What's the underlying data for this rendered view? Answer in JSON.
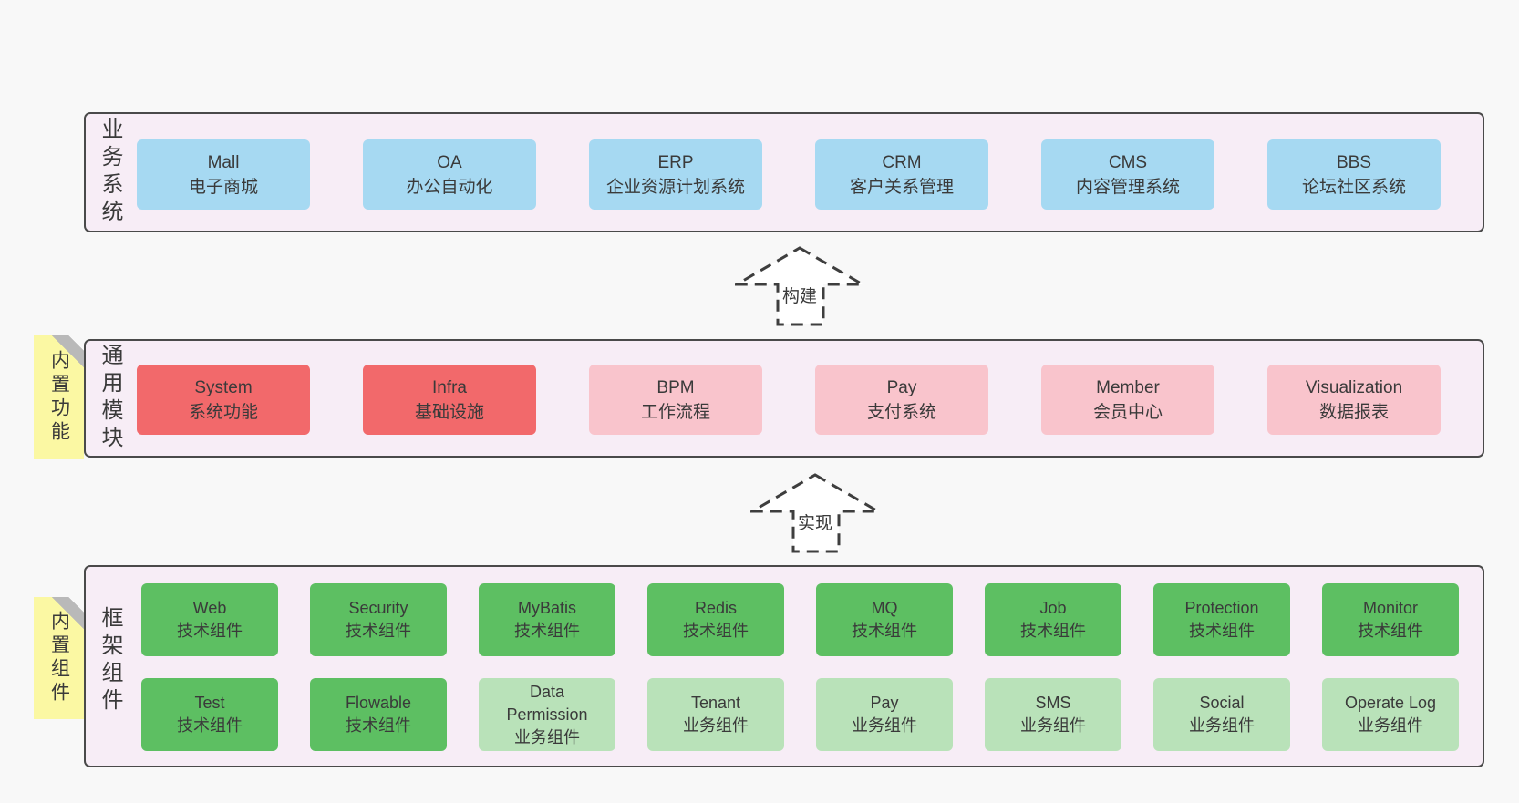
{
  "page": {
    "background": "#f8f8f8"
  },
  "colors": {
    "band_fill": "#f7edf6",
    "band_border": "#4a4a4a",
    "business_box_blue": "#a6d9f2",
    "core_module_red": "#f2696b",
    "optional_module_pink": "#f9c4cc",
    "tech_component_green": "#5dbf62",
    "biz_component_light_green": "#b9e2b9",
    "sticky_yellow": "#fbf8a3",
    "sticky_fold_gray": "#b9b9b9",
    "text": "#3a3a3a",
    "arrow_stroke": "#3e3e3e",
    "arrow_fill": "#ffffff"
  },
  "arrows": [
    {
      "label": "构建"
    },
    {
      "label": "实现"
    }
  ],
  "bands": [
    {
      "title_vertical": "业务系统",
      "boxes": [
        {
          "name": "Mall",
          "subtitle": "电子商城"
        },
        {
          "name": "OA",
          "subtitle": "办公自动化"
        },
        {
          "name": "ERP",
          "subtitle": "企业资源计划系统"
        },
        {
          "name": "CRM",
          "subtitle": "客户关系管理"
        },
        {
          "name": "CMS",
          "subtitle": "内容管理系统"
        },
        {
          "name": "BBS",
          "subtitle": "论坛社区系统"
        }
      ]
    },
    {
      "title_vertical": "通用模块",
      "sticky": "内置功能",
      "boxes": [
        {
          "name": "System",
          "subtitle": "系统功能"
        },
        {
          "name": "Infra",
          "subtitle": "基础设施"
        },
        {
          "name": "BPM",
          "subtitle": "工作流程"
        },
        {
          "name": "Pay",
          "subtitle": "支付系统"
        },
        {
          "name": "Member",
          "subtitle": "会员中心"
        },
        {
          "name": "Visualization",
          "subtitle": "数据报表"
        }
      ]
    },
    {
      "title_vertical": "框架组件",
      "sticky": "内置组件",
      "rows": [
        [
          {
            "name": "Web",
            "subtitle": "技术组件"
          },
          {
            "name": "Security",
            "subtitle": "技术组件"
          },
          {
            "name": "MyBatis",
            "subtitle": "技术组件"
          },
          {
            "name": "Redis",
            "subtitle": "技术组件"
          },
          {
            "name": "MQ",
            "subtitle": "技术组件"
          },
          {
            "name": "Job",
            "subtitle": "技术组件"
          },
          {
            "name": "Protection",
            "subtitle": "技术组件"
          },
          {
            "name": "Monitor",
            "subtitle": "技术组件"
          }
        ],
        [
          {
            "name": "Test",
            "subtitle": "技术组件"
          },
          {
            "name": "Flowable",
            "subtitle": "技术组件"
          },
          {
            "name": "Data Permission",
            "subtitle": "业务组件"
          },
          {
            "name": "Tenant",
            "subtitle": "业务组件"
          },
          {
            "name": "Pay",
            "subtitle": "业务组件"
          },
          {
            "name": "SMS",
            "subtitle": "业务组件"
          },
          {
            "name": "Social",
            "subtitle": "业务组件"
          },
          {
            "name": "Operate Log",
            "subtitle": "业务组件"
          }
        ]
      ]
    }
  ]
}
